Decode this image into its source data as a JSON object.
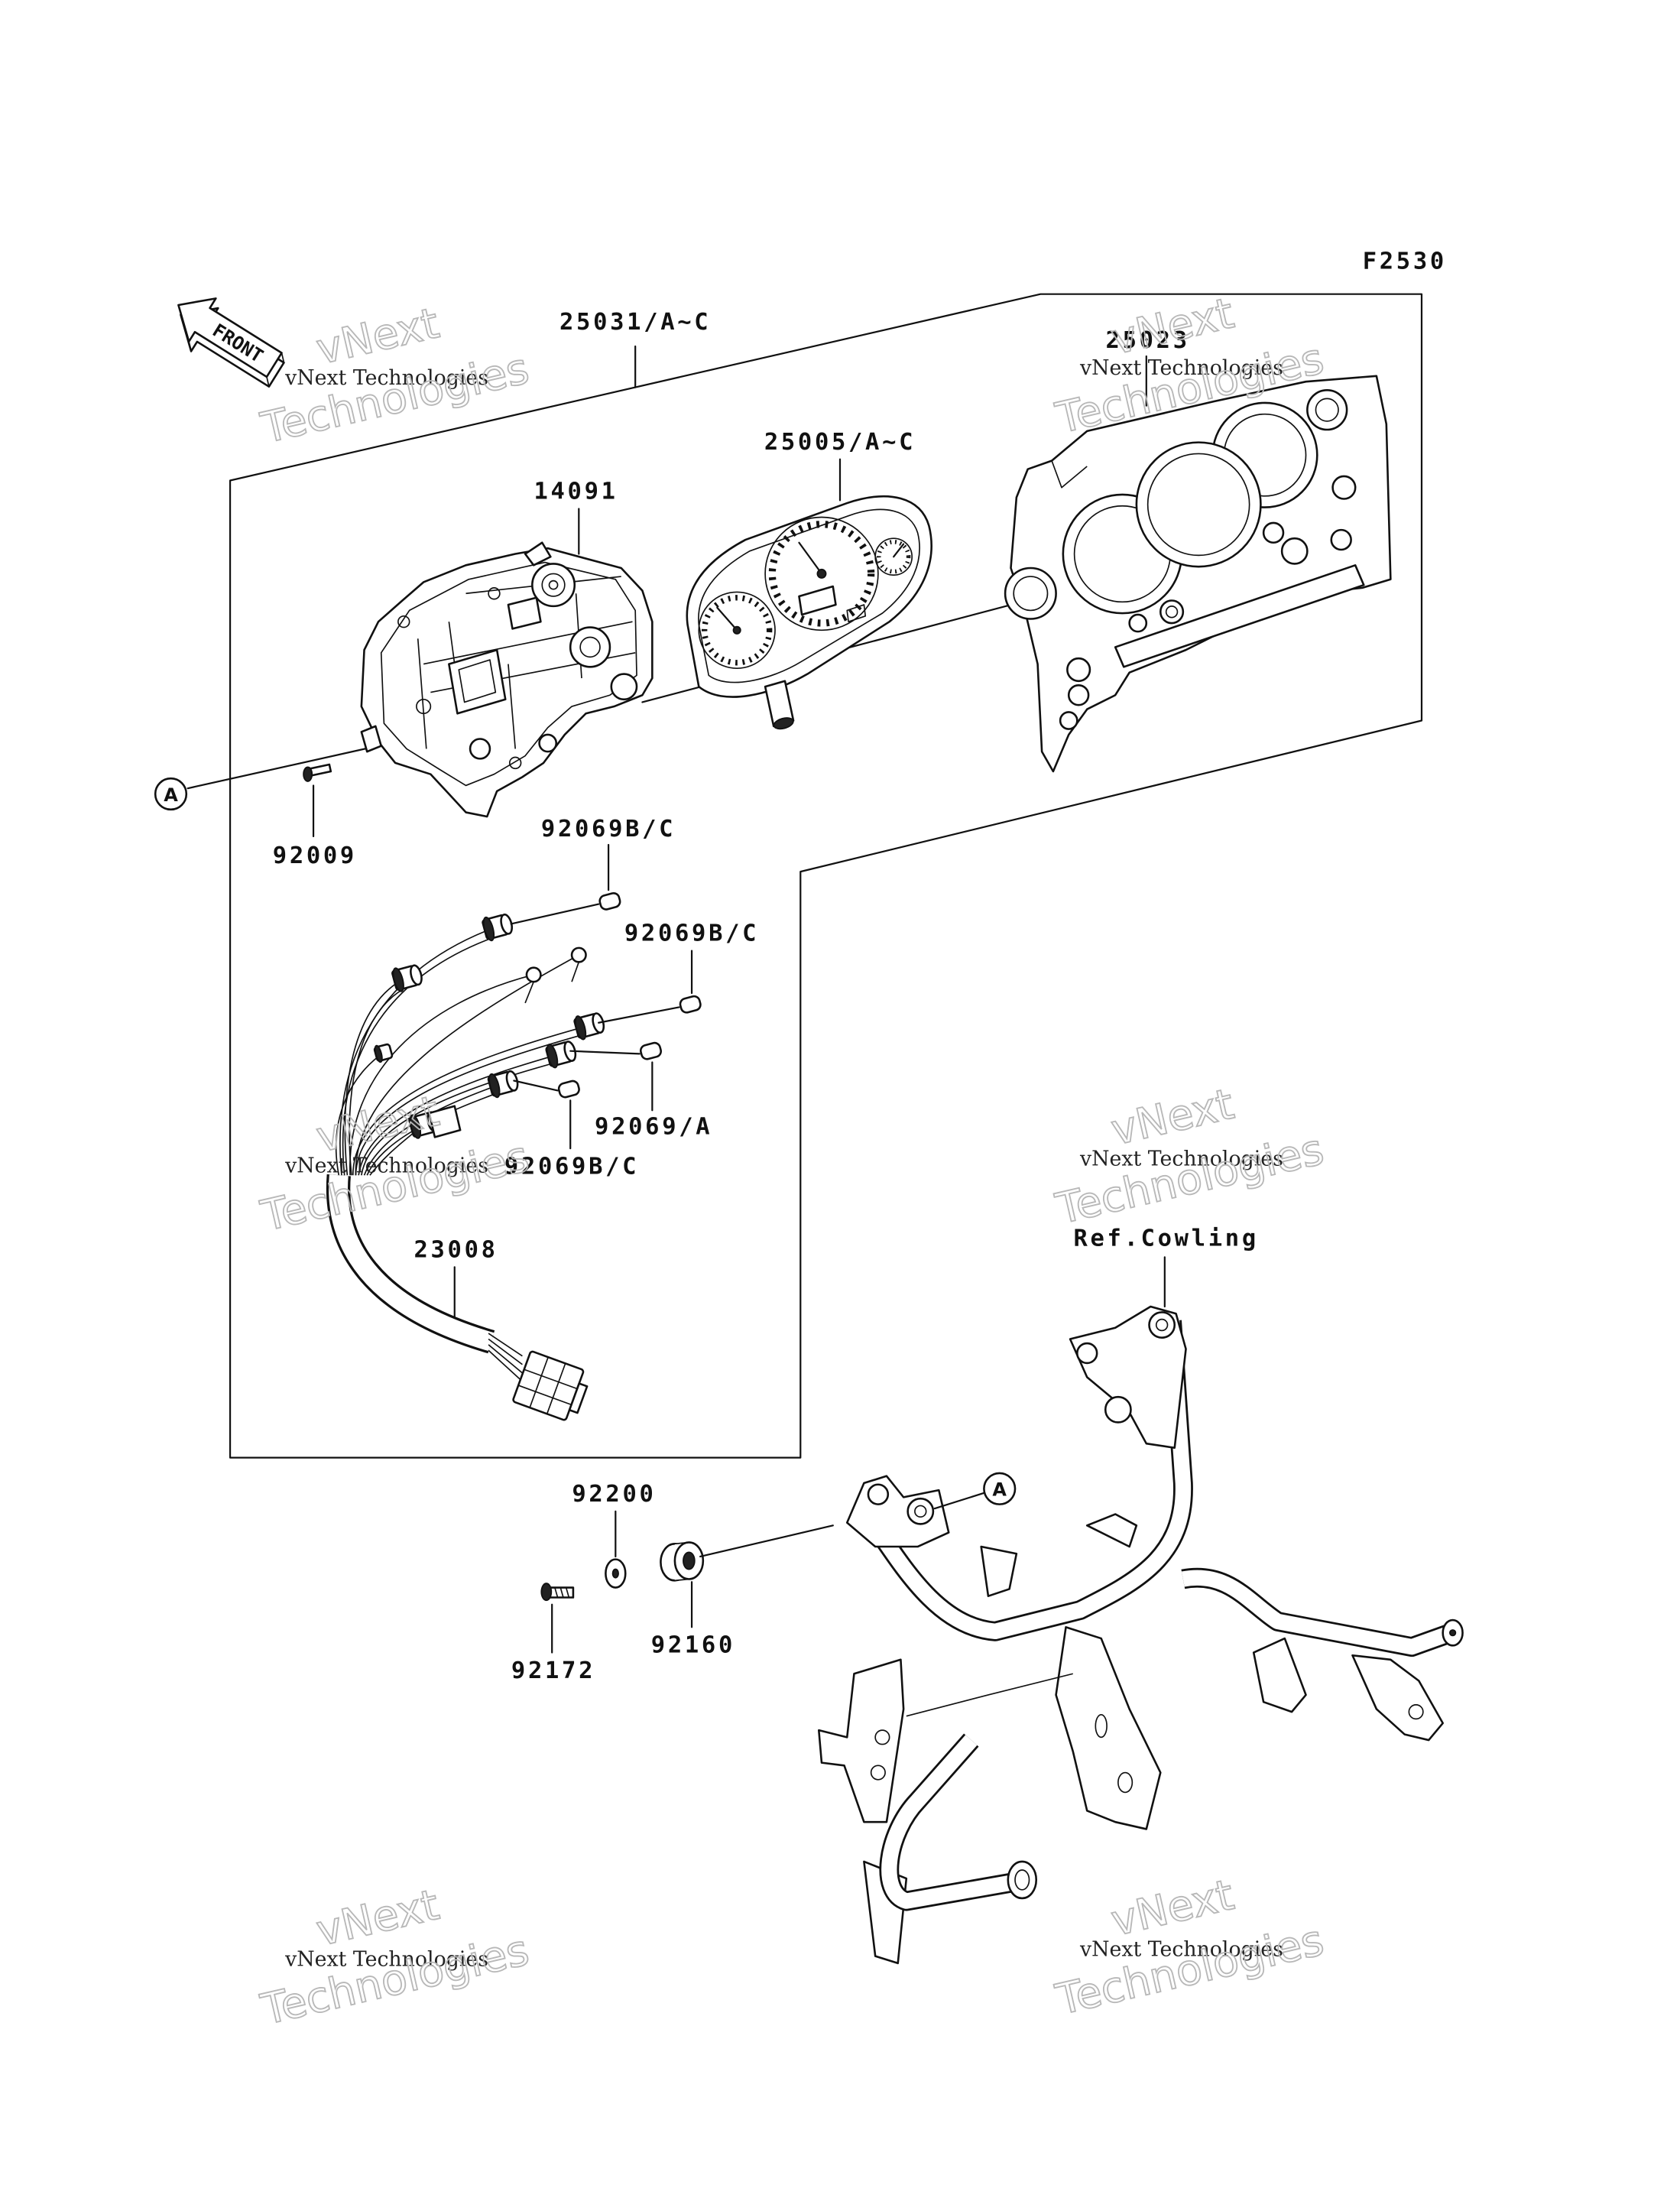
{
  "figure_id": "F2530",
  "front_label": "FRONT",
  "callouts": {
    "assembly": "25031/A~C",
    "cover": "25023",
    "face": "25005/A~C",
    "housing": "14091",
    "ref_a_top": "A",
    "screw_top": "92009",
    "bulb_1": "92069B/C",
    "bulb_2": "92069B/C",
    "bulb_3": "92069/A",
    "bulb_4": "92069B/C",
    "harness": "23008",
    "ref_cowling": "Ref.Cowling",
    "washer": "92200",
    "ref_a_bottom": "A",
    "screw_bottom": "92172",
    "grommet": "92160"
  },
  "watermark": {
    "line": "vNext Technologies",
    "brand": "vNext",
    "word": "Technologies"
  }
}
